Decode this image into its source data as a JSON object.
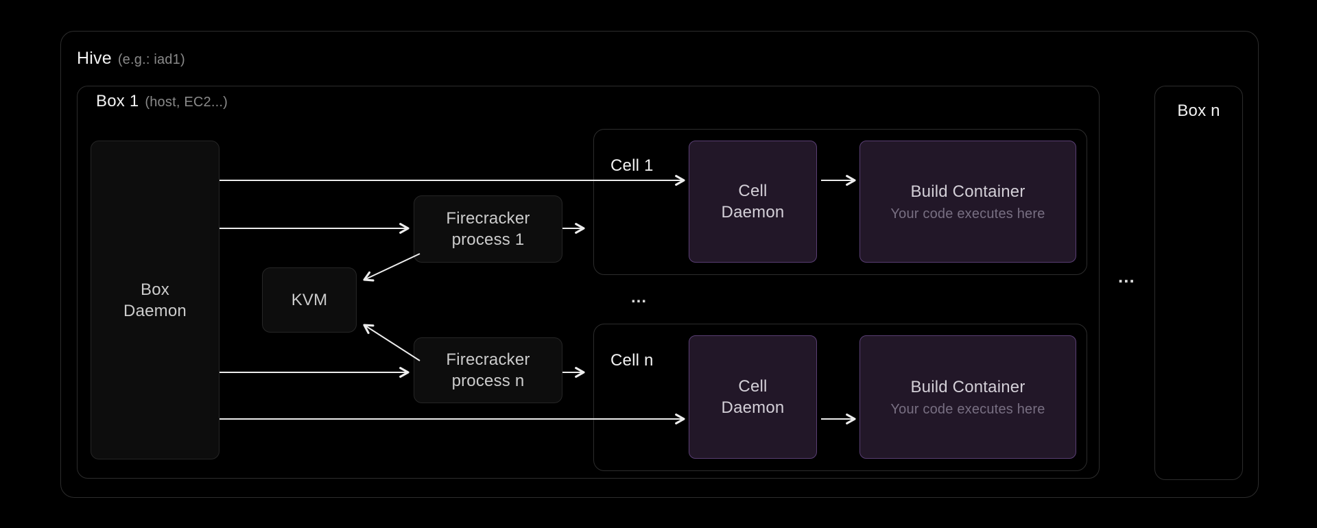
{
  "diagram": {
    "hive": {
      "title": "Hive",
      "annotation": "(e.g.: iad1)"
    },
    "box1": {
      "title": "Box 1",
      "annotation": "(host, EC2...)"
    },
    "box_daemon": {
      "line1": "Box",
      "line2": "Daemon"
    },
    "kvm": {
      "label": "KVM"
    },
    "firecracker_1": {
      "line1": "Firecracker",
      "line2": "process 1"
    },
    "firecracker_n": {
      "line1": "Firecracker",
      "line2": "process n"
    },
    "cells": [
      {
        "title": "Cell 1",
        "daemon_line1": "Cell",
        "daemon_line2": "Daemon",
        "build_title": "Build Container",
        "build_subtitle": "Your code executes here"
      },
      {
        "title": "Cell n",
        "daemon_line1": "Cell",
        "daemon_line2": "Daemon",
        "build_title": "Build Container",
        "build_subtitle": "Your code executes here"
      }
    ],
    "cells_ellipsis": "...",
    "boxes_ellipsis": "...",
    "box_n": {
      "title": "Box n"
    }
  },
  "colors": {
    "background": "#000000",
    "frame_border": "#2d2d2d",
    "node_background": "#0d0d0d",
    "node_border": "#262626",
    "vm_background": "#221728",
    "vm_border": "#5a3f75",
    "arrow": "#ededed",
    "title_text": "#f2f2f2",
    "annotation_text": "#8a8a8a",
    "node_text": "#cccccc",
    "vm_subtitle_text": "#786f82"
  }
}
